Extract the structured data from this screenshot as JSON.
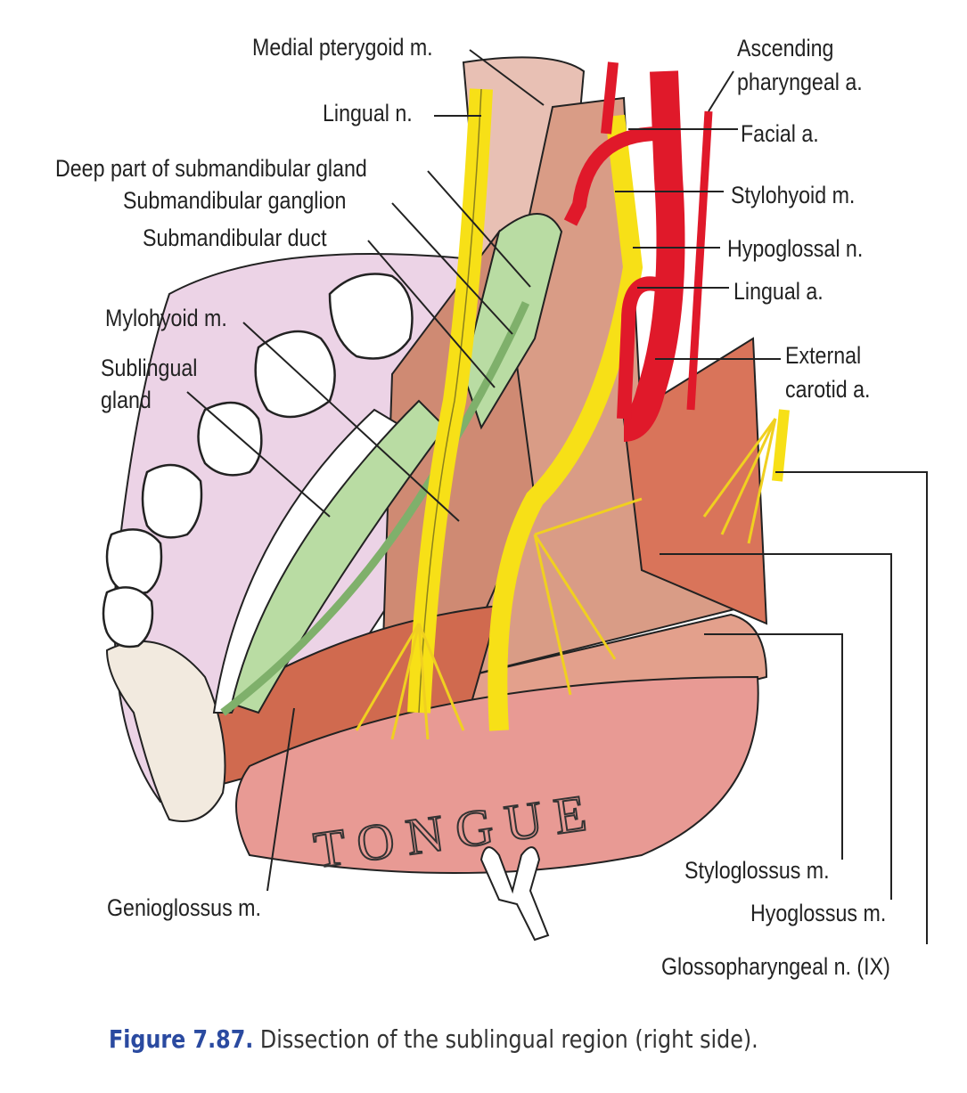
{
  "figure": {
    "number": "Figure 7.87.",
    "caption": "Dissection of the sublingual region (right side).",
    "caption_color": "#2a4aa0",
    "embedded_text": "TONGUE"
  },
  "labels": {
    "medial_pterygoid": "Medial pterygoid m.",
    "lingual_n": "Lingual n.",
    "deep_submandibular": "Deep part of submandibular gland",
    "submandibular_ganglion": "Submandibular ganglion",
    "submandibular_duct": "Submandibular duct",
    "mylohyoid": "Mylohyoid m.",
    "sublingual_gland_1": "Sublingual",
    "sublingual_gland_2": "gland",
    "genioglossus": "Genioglossus m.",
    "ascending_pharyngeal_1": "Ascending",
    "ascending_pharyngeal_2": "pharyngeal a.",
    "facial_a": "Facial a.",
    "stylohyoid": "Stylohyoid m.",
    "hypoglossal": "Hypoglossal n.",
    "lingual_a": "Lingual a.",
    "external_carotid_1": "External",
    "external_carotid_2": "carotid a.",
    "styloglossus": "Styloglossus m.",
    "hyoglossus": "Hyoglossus m.",
    "glossopharyngeal": "Glossopharyngeal n. (IX)"
  },
  "colors": {
    "artery": "#e0192a",
    "nerve": "#f7e017",
    "gland": "#b9dca3",
    "muscle": "#d98b72",
    "muscle_light": "#e8b8a6",
    "tongue": "#e89a94",
    "mucosa": "#ecd3e6"
  }
}
